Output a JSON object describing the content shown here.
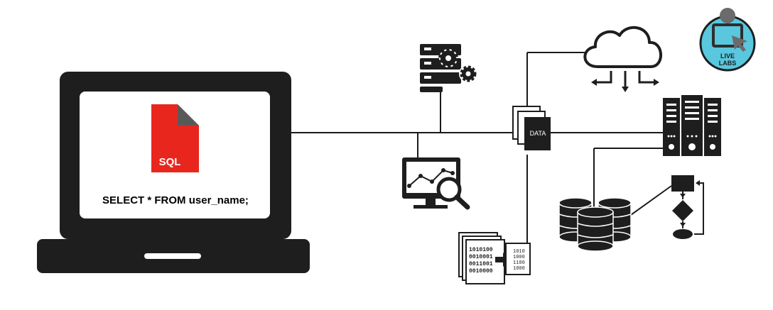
{
  "laptop": {
    "file_badge": "SQL",
    "query": "SELECT * FROM user_name;"
  },
  "data_stack": {
    "label": "DATA"
  },
  "binary": {
    "left_lines": [
      "1010100",
      "0010001",
      "0011001",
      "0010000"
    ],
    "right_lines": [
      "1010",
      "1000",
      "1100",
      "1000"
    ]
  },
  "logo": {
    "line1": "LIVE",
    "line2": "LABS"
  },
  "colors": {
    "dark": "#1e1e1e",
    "accent_red": "#e8261d",
    "logo_cyan": "#59c7dd",
    "line": "#1a1a1a"
  }
}
